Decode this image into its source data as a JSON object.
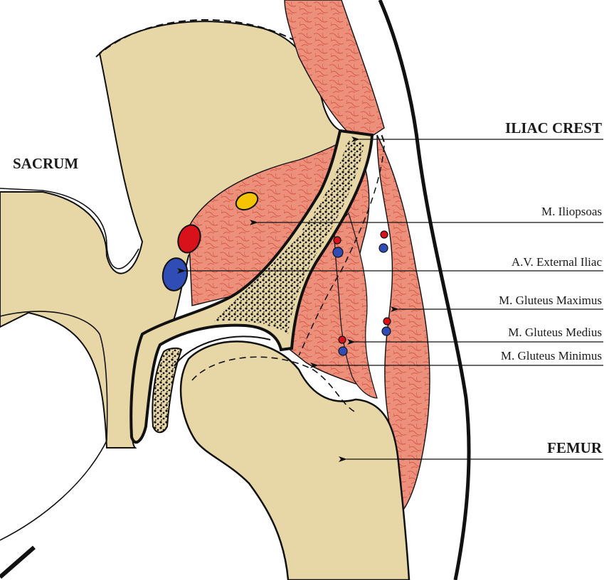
{
  "labels": {
    "sacrum": "SACRUM",
    "iliac_crest": "ILIAC CREST",
    "iliopsoas": "M. Iliopsoas",
    "external_iliac": "A.V. External Iliac",
    "gluteus_maximus": "M. Gluteus Maximus",
    "gluteus_medius": "M. Gluteus Medius",
    "gluteus_minimus": "M. Gluteus Minimus",
    "femur": "FEMUR"
  },
  "colors": {
    "bone": "#e8d7a6",
    "muscle": "#e98a76",
    "muscle_vein": "#c9402f",
    "artery": "#d8111a",
    "vein": "#2f4db5",
    "nerve": "#f4c400",
    "outline": "#111111"
  }
}
